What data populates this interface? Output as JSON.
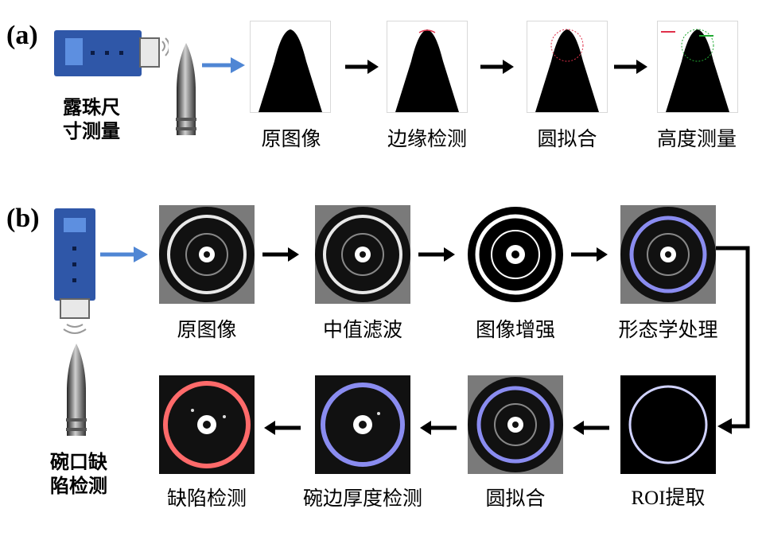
{
  "panel_a": {
    "label": "(a)",
    "side_label_line1": "露珠尺",
    "side_label_line2": "寸测量",
    "steps": [
      "原图像",
      "边缘检测",
      "圆拟合",
      "高度测量"
    ]
  },
  "panel_b": {
    "label": "(b)",
    "side_label_line1": "碗口缺",
    "side_label_line2": "陷检测",
    "row1_steps": [
      "原图像",
      "中值滤波",
      "图像增强",
      "形态学处理"
    ],
    "row2_steps": [
      "ROI提取",
      "圆拟合",
      "碗边厚度检测",
      "缺陷检测"
    ]
  },
  "colors": {
    "device_blue": "#2f57a8",
    "device_light": "#5d8fe0",
    "flow_arrow_blue": "#4f86d4",
    "arrow_black": "#000000",
    "fit_red": "#e0304a",
    "fit_green": "#22aa33",
    "ring_blue": "#8a8cf0",
    "defect_red": "#ff6a6a"
  }
}
